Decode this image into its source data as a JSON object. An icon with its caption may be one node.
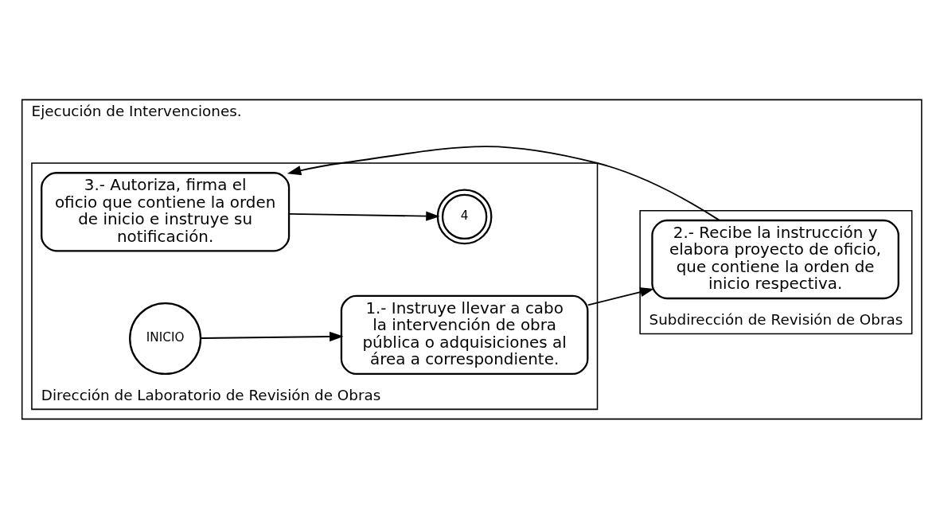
{
  "diagram": {
    "nodes": [
      {
        "text": [
          "Ejecución de Intervenciones."
        ]
      },
      {
        "text": [
          "Dirección de Laboratorio de Revisión de Obras"
        ],
        "in": 0
      },
      {
        "text": [
          "Subdirección de Revisión de Obras"
        ],
        "in": 0
      },
      {
        "text": [
          "INICIO"
        ],
        "in": 1
      },
      {
        "text": [
          "1.- Instruye llevar a cabo la intervención de obra pública o adquisiciones al área a correspondiente."
        ],
        "in": 1
      },
      {
        "text": [
          "3.- Autoriza, firma el oficio que contiene la orden de inicio e instruye su notificación."
        ],
        "in": 1
      },
      {
        "text": [
          "4"
        ],
        "in": 1
      },
      {
        "text": [
          "2.- Recibe la instrucción y elabora proyecto de oficio, que contiene la orden de inicio respectiva."
        ],
        "in": 2
      }
    ],
    "edges": [
      {
        "from": 3,
        "to": 4,
        "arrow": "to"
      },
      {
        "from": 4,
        "to": 7,
        "arrow": "to"
      },
      {
        "from": 7,
        "to": 5,
        "arrow": "to"
      },
      {
        "from": 5,
        "to": 6,
        "arrow": "to"
      }
    ]
  }
}
